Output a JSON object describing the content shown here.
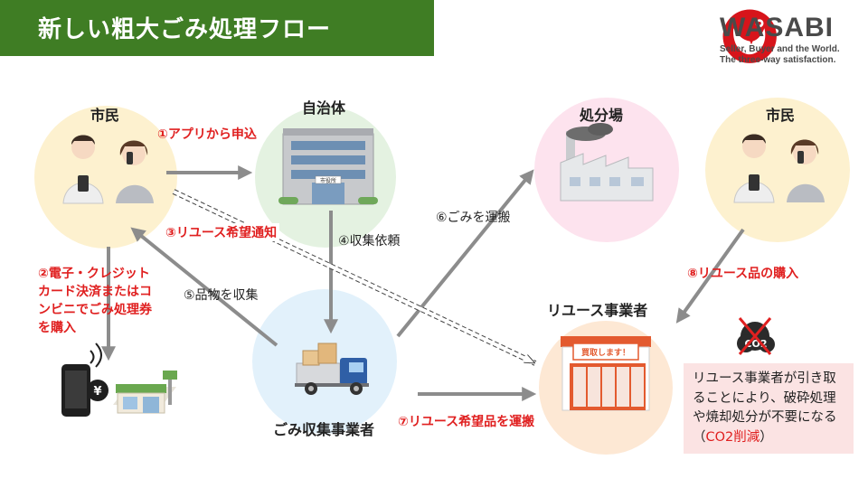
{
  "title": "新しい粗大ごみ処理フロー",
  "logo": {
    "name": "WASABI",
    "tagline_1": "Seller, Buyer and the World.",
    "tagline_2": "The three-way satisfaction."
  },
  "nodes": {
    "citizen_left": "市民",
    "municipality": "自治体",
    "disposal_site": "処分場",
    "citizen_right": "市民",
    "reuse_business": "リユース事業者",
    "collector": "ごみ収集事業者"
  },
  "building_sign": "市役所",
  "shop_sign": "買取します！",
  "steps": {
    "s1": "①アプリから申込",
    "s2_line1": "②電子・クレジット",
    "s2_line2": "カード決済またはコ",
    "s2_line3": "ンビニでごみ処理券",
    "s2_line4": "を購入",
    "s3": "③リユース希望通知",
    "s4": "④収集依頼",
    "s5": "⑤品物を収集",
    "s6": "⑥ごみを運搬",
    "s7": "⑦リユース希望品を運搬",
    "s8": "⑧リユース品の購入"
  },
  "payment_symbol": "¥",
  "co2_symbol": "CO2",
  "note": {
    "text": "リユース事業者が引き取ることにより、破砕処理や焼却処分が不要になる（",
    "highlight": "CO2削減",
    "suffix": "）"
  }
}
